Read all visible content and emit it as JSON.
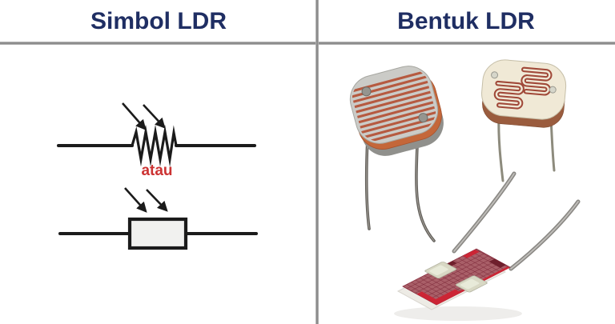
{
  "table": {
    "columns": [
      {
        "id": "simbol",
        "header": "Simbol LDR"
      },
      {
        "id": "bentuk",
        "header": "Bentuk LDR"
      }
    ]
  },
  "symbol_panel": {
    "or_label": "atau"
  },
  "colors": {
    "background": "#ffffff",
    "header_text": "#1f2e63",
    "divider": "#8d8d8d",
    "divider_edge": "#c9c9c9",
    "or_label": "#cc3333",
    "symbol_stroke": "#1b1b1b",
    "box_fill": "#f1f1ef",
    "disc_face": "#cbcbc7",
    "disc_stripe": "#b65a40",
    "disc_rim": "#c4673a",
    "disc_base": "#90908c",
    "electrode": "#95958f",
    "leg_dark": "#615e59",
    "leg_highlight": "#a39f98",
    "cream_face": "#f0e9d6",
    "cream_side": "#9a5c3e",
    "track_red": "#a04838",
    "leg_light": "#8d8b7d",
    "wire_gray": "#8a8884",
    "wire_highlight": "#c0beba",
    "chip_base": "#a95f68",
    "chip_grid": "#7e2a3a",
    "chip_stripe": "#cc2535",
    "chip_dark": "#6f1f2d",
    "pad_fill": "#d8d8c4",
    "pad_highlight": "#e8ead9",
    "substrate": "#edebe5",
    "shadow": "#cfccc6"
  }
}
